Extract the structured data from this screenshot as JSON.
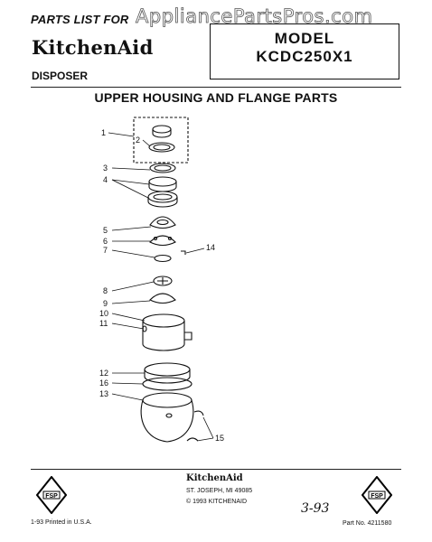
{
  "header": {
    "parts_list_for": "PARTS LIST FOR",
    "watermark": "AppliancePartsPros.com",
    "brand": "KitchenAid",
    "product": "DISPOSER",
    "model_label": "MODEL",
    "model_number": "KCDC250X1"
  },
  "section_title": "UPPER HOUSING AND FLANGE PARTS",
  "callouts": [
    "1",
    "2",
    "3",
    "4",
    "5",
    "6",
    "7",
    "8",
    "9",
    "10",
    "11",
    "12",
    "13",
    "14",
    "15",
    "16"
  ],
  "footer": {
    "brand": "KitchenAid",
    "address": "ST. JOSEPH, MI 49085",
    "copyright": "© 1993 KITCHENAID",
    "printed": "1-93 Printed in U.S.A.",
    "date_handwritten": "3-93",
    "part_number": "Part No. 4211580",
    "fsp_logo": "FSP"
  },
  "colors": {
    "ink": "#111111",
    "background": "#ffffff"
  }
}
